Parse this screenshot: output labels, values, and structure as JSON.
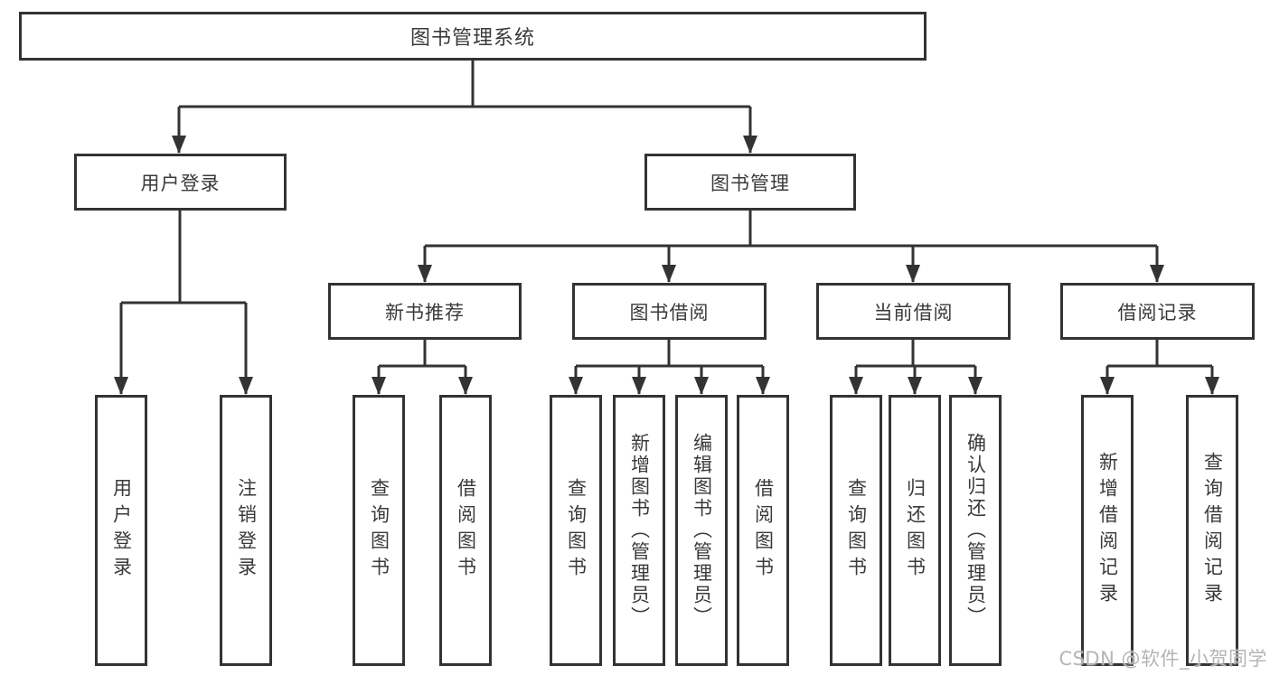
{
  "diagram_title": "图书管理系统",
  "colors": {
    "line": "#333333",
    "text": "#3a3a3a",
    "background": "#ffffff",
    "watermark": "#b5b5b5"
  },
  "tree": {
    "label": "图书管理系统",
    "children": [
      {
        "label": "用户登录",
        "children": [
          {
            "label": "用户登录"
          },
          {
            "label": "注销登录"
          }
        ]
      },
      {
        "label": "图书管理",
        "children": [
          {
            "label": "新书推荐",
            "children": [
              {
                "label": "查询图书"
              },
              {
                "label": "借阅图书"
              }
            ]
          },
          {
            "label": "图书借阅",
            "children": [
              {
                "label": "查询图书"
              },
              {
                "label": "新增图书（管理员）"
              },
              {
                "label": "编辑图书（管理员）"
              },
              {
                "label": "借阅图书"
              }
            ]
          },
          {
            "label": "当前借阅",
            "children": [
              {
                "label": "查询图书"
              },
              {
                "label": "归还图书"
              },
              {
                "label": "确认归还（管理员）"
              }
            ]
          },
          {
            "label": "借阅记录",
            "children": [
              {
                "label": "新增借阅记录"
              },
              {
                "label": "查询借阅记录"
              }
            ]
          }
        ]
      }
    ]
  },
  "watermark": {
    "text": "CSDN @软件_小贺同学"
  }
}
